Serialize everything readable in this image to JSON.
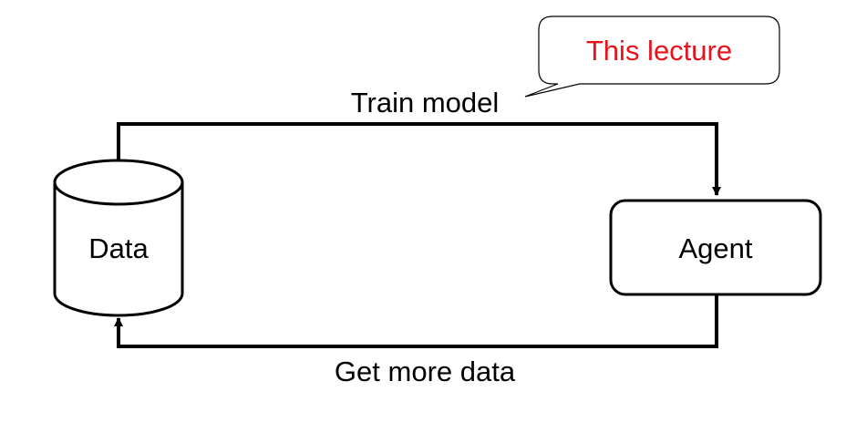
{
  "diagram": {
    "nodes": {
      "data": {
        "label": "Data",
        "shape": "cylinder"
      },
      "agent": {
        "label": "Agent",
        "shape": "rounded-rectangle"
      }
    },
    "edges": {
      "top": {
        "label": "Train model",
        "from": "data",
        "to": "agent"
      },
      "bottom": {
        "label": "Get more data",
        "from": "agent",
        "to": "data"
      }
    },
    "callout": {
      "text": "This lecture",
      "points_to": "top",
      "color": "#e8121b"
    }
  }
}
